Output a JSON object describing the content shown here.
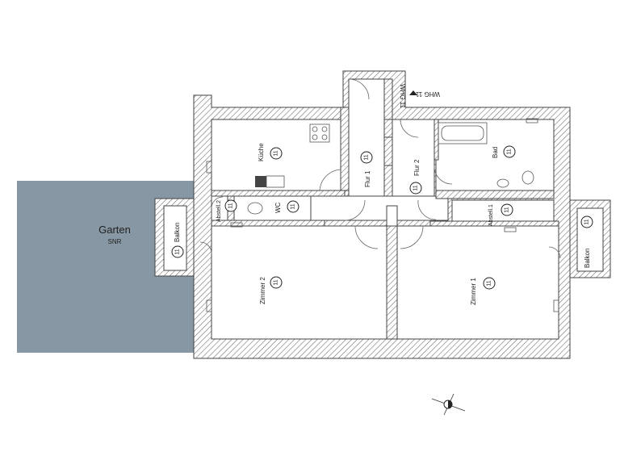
{
  "garden": {
    "label": "Garten",
    "sublabel": "SNR",
    "color": "#8797a3"
  },
  "entrance": {
    "label": "WHG 11"
  },
  "rooms": [
    {
      "key": "kueche",
      "name": "Küche",
      "unit": "11"
    },
    {
      "key": "flur1",
      "name": "Flur 1",
      "unit": "11"
    },
    {
      "key": "flur2",
      "name": "Flur 2",
      "unit": "11"
    },
    {
      "key": "bad",
      "name": "Bad",
      "unit": "11"
    },
    {
      "key": "abstell2",
      "name": "Abstell.2",
      "unit": "11"
    },
    {
      "key": "wc",
      "name": "WC",
      "unit": "11"
    },
    {
      "key": "abstell1",
      "name": "Abstell.1",
      "unit": "11"
    },
    {
      "key": "zimmer2",
      "name": "Zimmer 2",
      "unit": "11"
    },
    {
      "key": "zimmer1",
      "name": "Zimmer 1",
      "unit": "11"
    },
    {
      "key": "balkon_left",
      "name": "Balkon",
      "unit": "11"
    },
    {
      "key": "balkon_right",
      "name": "Balkon",
      "unit": "11"
    }
  ],
  "icons": [
    "compass-icon",
    "bathtub-icon",
    "stove-icon",
    "sink-icon",
    "toilet-icon",
    "washbasin-icon",
    "radiator-icon"
  ],
  "colors": {
    "wall_hatch": "#555555",
    "background": "#ffffff"
  }
}
